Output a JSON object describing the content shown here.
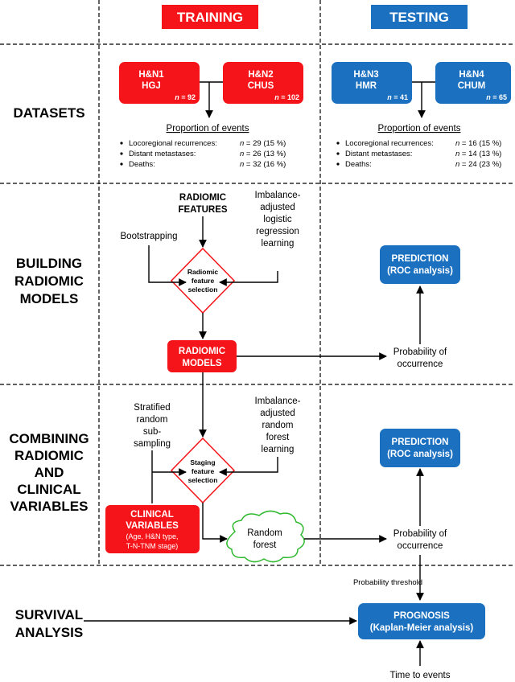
{
  "colors": {
    "training": "#f51419",
    "testing": "#1b70c0",
    "cloud_fill": "#ffffff",
    "cloud_stroke": "#2eb82e"
  },
  "headers": {
    "training": "TRAINING",
    "testing": "TESTING"
  },
  "sections": {
    "datasets": [
      "DATASETS"
    ],
    "building": [
      "BUILDING",
      "RADIOMIC",
      "MODELS"
    ],
    "combining": [
      "COMBINING",
      "RADIOMIC",
      "AND",
      "CLINICAL",
      "VARIABLES"
    ],
    "survival": [
      "SURVIVAL",
      "ANALYSIS"
    ]
  },
  "datasets": {
    "hn1": {
      "l1": "H&N1",
      "l2": "HGJ",
      "n_label": "n",
      "n_value": " = 92"
    },
    "hn2": {
      "l1": "H&N2",
      "l2": "CHUS",
      "n_label": "n",
      "n_value": " = 102"
    },
    "hn3": {
      "l1": "H&N3",
      "l2": "HMR",
      "n_label": "n",
      "n_value": " = 41"
    },
    "hn4": {
      "l1": "H&N4",
      "l2": "CHUM",
      "n_label": "n",
      "n_value": " = 65"
    },
    "proportion_title": "Proportion of events",
    "training_events": [
      {
        "label": "Locoregional recurrences:",
        "n": "n",
        "value": " = 29 (15 %)"
      },
      {
        "label": "Distant metastases:",
        "n": "n",
        "value": " = 26 (13 %)"
      },
      {
        "label": "Deaths:",
        "n": "n",
        "value": " = 32 (16 %)"
      }
    ],
    "testing_events": [
      {
        "label": "Locoregional recurrences:",
        "n": "n",
        "value": " = 16 (15 %)"
      },
      {
        "label": "Distant metastases:",
        "n": "n",
        "value": " = 14 (13 %)"
      },
      {
        "label": "Deaths:",
        "n": "n",
        "value": " = 24 (23 %)"
      }
    ]
  },
  "building": {
    "radiomic_features": [
      "RADIOMIC",
      "FEATURES"
    ],
    "bootstrapping": "Bootstrapping",
    "imbalance_logistic": [
      "Imbalance-",
      "adjusted",
      "logistic",
      "regression",
      "learning"
    ],
    "diamond": [
      "Radiomic",
      "feature",
      "selection"
    ],
    "radiomic_models": [
      "RADIOMIC",
      "MODELS"
    ],
    "prediction": [
      "PREDICTION",
      "(ROC analysis)"
    ],
    "probability": [
      "Probability of",
      "occurrence"
    ]
  },
  "combining": {
    "stratified": [
      "Stratified",
      "random",
      "sub-",
      "sampling"
    ],
    "imbalance_forest": [
      "Imbalance-",
      "adjusted",
      "random",
      "forest",
      "learning"
    ],
    "diamond": [
      "Staging",
      "feature",
      "selection"
    ],
    "clinical": [
      "CLINICAL",
      "VARIABLES",
      "(Age, H&N type,",
      "T-N-TNM stage)"
    ],
    "random_forest": [
      "Random",
      "forest"
    ],
    "prediction": [
      "PREDICTION",
      "(ROC analysis)"
    ],
    "probability": [
      "Probability of",
      "occurrence"
    ]
  },
  "survival": {
    "threshold": "Probability threshold",
    "prognosis": [
      "PROGNOSIS",
      "(Kaplan-Meier analysis)"
    ],
    "time": "Time to events"
  }
}
